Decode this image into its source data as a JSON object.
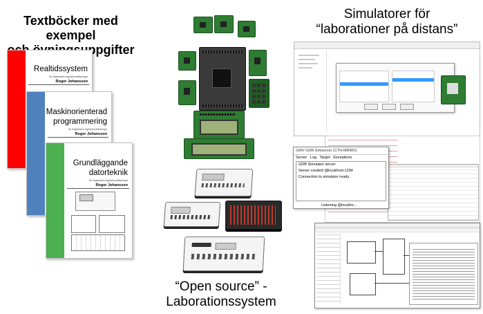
{
  "captions": {
    "books_line1": "Textböcker med exempel",
    "books_line2": "och övningsuppgifter",
    "sim_line1": "Simulatorer för",
    "sim_line2": "“laborationer på distans”",
    "lab_line1": "“Open source” -",
    "lab_line2": "Laborationssystem"
  },
  "books": [
    {
      "title_line1": "Realtidssystem",
      "title_line2": "",
      "subtitle": "för högskolans ingenjörsutbildningar",
      "author": "Roger Johansson",
      "color": "#ff0000"
    },
    {
      "title_line1": "Maskinorienterad",
      "title_line2": "programmering",
      "subtitle": "för högskolans ingenjörsutbildningar",
      "author": "Roger Johansson",
      "color": "#4f81bd"
    },
    {
      "title_line1": "Grundläggande",
      "title_line2": "datorteknik",
      "subtitle": "för högskolans ingenjörsutbildningar",
      "author": "Roger Johansson",
      "color": "#4caf50"
    }
  ],
  "gdb_window": {
    "title": "GMV GDB-Simserver (CTH-MRMO)",
    "menu": [
      "Server",
      "Log",
      "Target",
      "Exceptions"
    ],
    "lines": [
      "GDB Simulator server",
      "Server created @localhost:1234",
      "Connection to simulator ready."
    ],
    "status": "Listening @localho..."
  },
  "colors": {
    "pcb": "#2e7d32",
    "lcd": "#9fb27a"
  }
}
